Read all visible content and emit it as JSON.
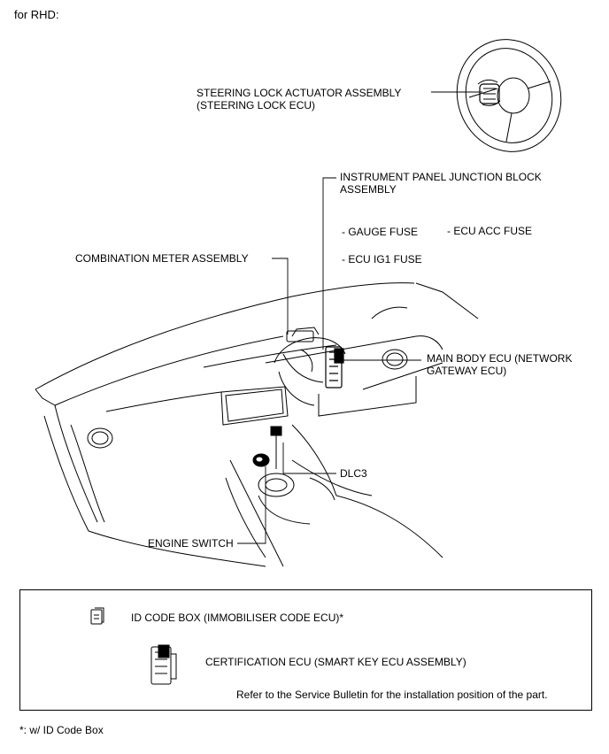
{
  "header": "for RHD:",
  "labels": {
    "steering_lock_1": "STEERING LOCK ACTUATOR ASSEMBLY",
    "steering_lock_2": "(STEERING LOCK ECU)",
    "ip_jb_1": "INSTRUMENT PANEL JUNCTION BLOCK",
    "ip_jb_2": "ASSEMBLY",
    "gauge_fuse": "- GAUGE FUSE",
    "ecu_acc_fuse": "- ECU ACC FUSE",
    "ecu_ig1_fuse": "- ECU IG1 FUSE",
    "combination_meter": "COMBINATION METER ASSEMBLY",
    "main_body_ecu_1": "MAIN BODY ECU (NETWORK",
    "main_body_ecu_2": "GATEWAY ECU)",
    "dlc3": "DLC3",
    "engine_switch": "ENGINE SWITCH"
  },
  "legend": {
    "id_code_box": "ID CODE BOX (IMMOBILISER CODE ECU)*",
    "certification_ecu": "CERTIFICATION ECU (SMART KEY ECU ASSEMBLY)",
    "note": "Refer to the Service Bulletin for the installation position of the part."
  },
  "footnote": "*: w/ ID Code Box"
}
